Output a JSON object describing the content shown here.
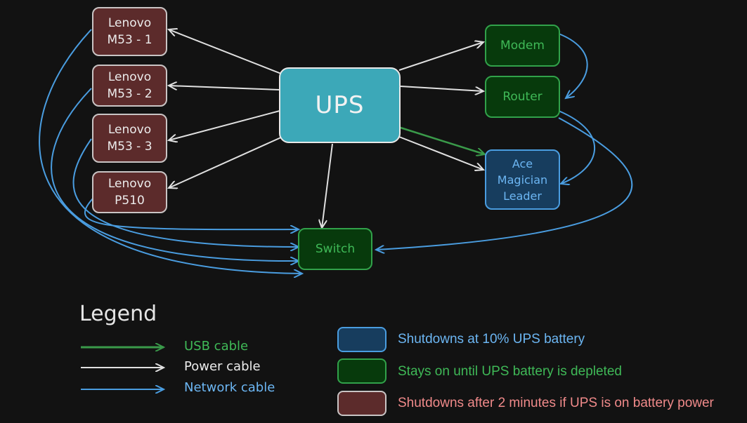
{
  "nodes": {
    "lenovo_m53_1": "Lenovo\nM53 - 1",
    "lenovo_m53_2": "Lenovo\nM53 - 2",
    "lenovo_m53_3": "Lenovo\nM53 - 3",
    "lenovo_p510": "Lenovo\nP510",
    "ups": "UPS",
    "modem": "Modem",
    "router": "Router",
    "ace_magician": "Ace\nMagician\nLeader",
    "switch": "Switch"
  },
  "legend": {
    "title": "Legend",
    "usb": "USB cable",
    "power": "Power cable",
    "network": "Network cable"
  },
  "key": {
    "blue": "Shutdowns at 10% UPS battery",
    "green": "Stays on until UPS battery is depleted",
    "maroon": "Shutdowns after 2 minutes if UPS is on battery power"
  },
  "colors": {
    "background": "#121212",
    "usb_cable": "#3a9a4a",
    "power_cable": "#e0e0e0",
    "network_cable": "#4a9de0",
    "maroon_node": "#5c2b2b",
    "green_node": "#073a0c",
    "blue_node": "#173d5e",
    "ups_node": "#3ca8b8",
    "blue_text": "#6cb6f3",
    "green_text": "#3fb957",
    "maroon_text": "#f08a8a"
  }
}
